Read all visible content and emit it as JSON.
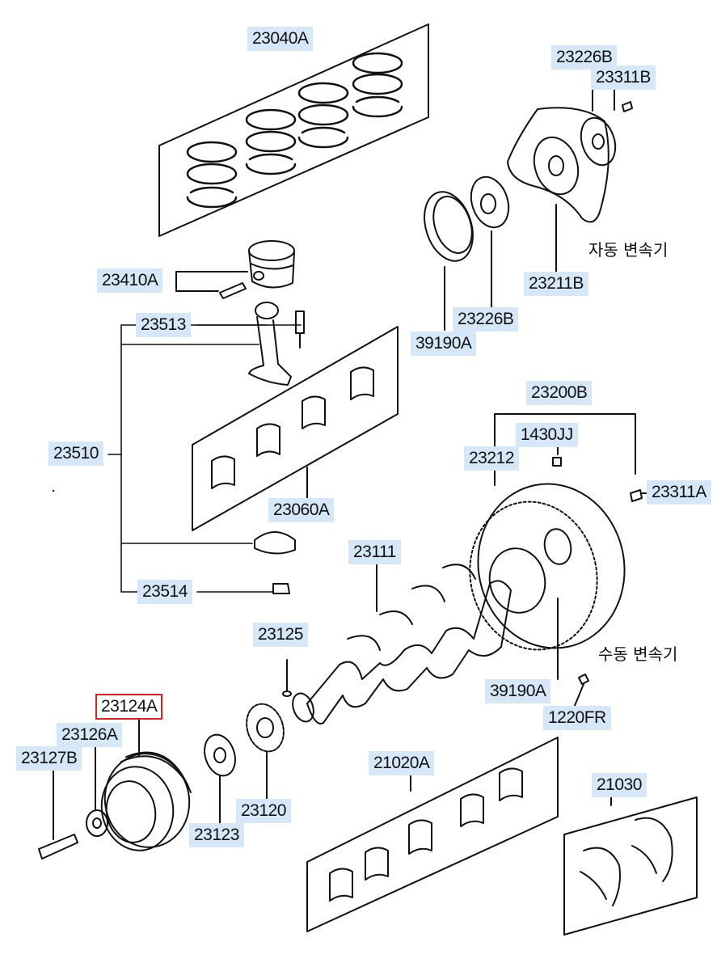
{
  "diagram": {
    "labels": {
      "p23040A": "23040A",
      "p23226B_top": "23226B",
      "p23311B": "23311B",
      "p23410A": "23410A",
      "p23211B": "23211B",
      "p23226B_mid": "23226B",
      "p39190A_top": "39190A",
      "p23513": "23513",
      "p23510": "23510",
      "p23060A": "23060A",
      "p23200B": "23200B",
      "p1430JJ": "1430JJ",
      "p23212": "23212",
      "p23311A": "23311A",
      "p23111": "23111",
      "p23514": "23514",
      "p23125": "23125",
      "p39190A_bot": "39190A",
      "p1220FR": "1220FR",
      "p23124A": "23124A",
      "p23126A": "23126A",
      "p23127B": "23127B",
      "p21020A": "21020A",
      "p21030": "21030",
      "p23120": "23120",
      "p23123": "23123"
    },
    "notes": {
      "automatic": "자동 변속기",
      "manual": "수동 변속기"
    },
    "selected_part": "23124A",
    "colors": {
      "label_bg": "#d6e8f8",
      "selected_border": "#e02020",
      "line": "#111111"
    }
  }
}
